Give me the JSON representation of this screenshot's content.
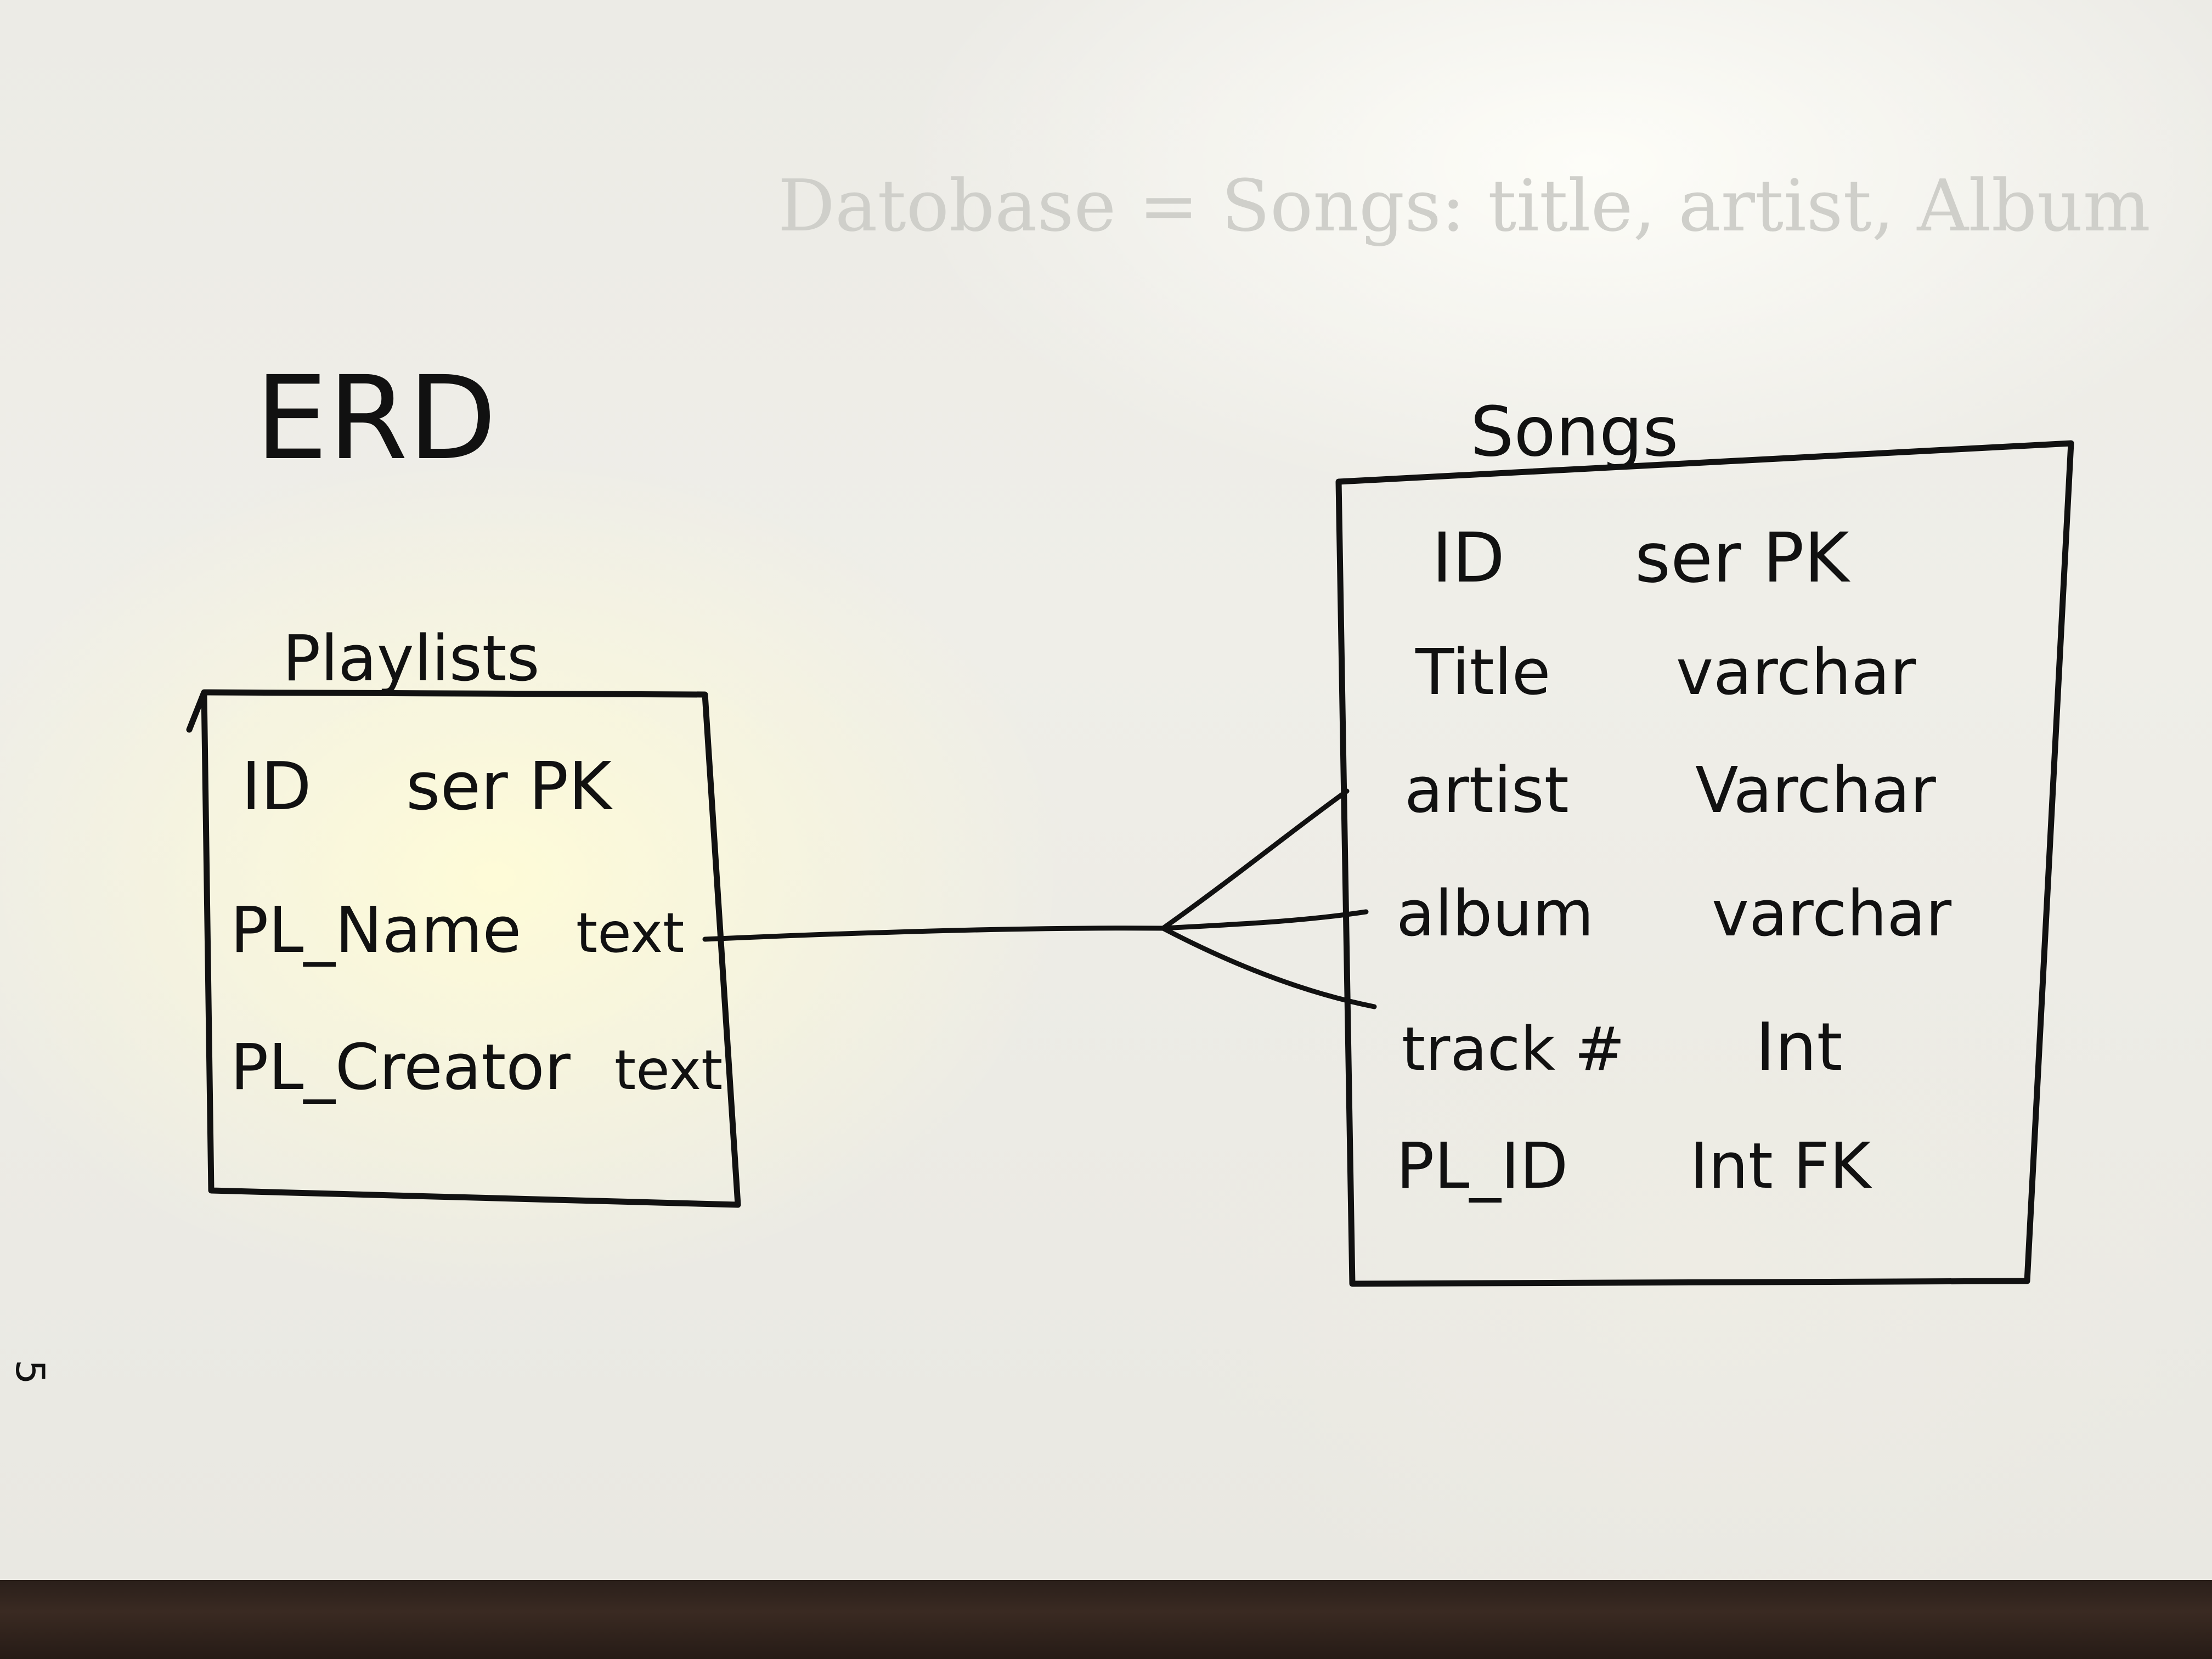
{
  "bleed_through": "Datobase = Songs: title, artist, Album",
  "page_title": "ERD",
  "page_number": "5",
  "entities": {
    "playlists": {
      "name": "Playlists",
      "rows": [
        {
          "field": "ID",
          "type": "ser PK"
        },
        {
          "field": "PL_Name",
          "type": "text"
        },
        {
          "field": "PL_Creator",
          "type": "text"
        }
      ]
    },
    "songs": {
      "name": "Songs",
      "rows": [
        {
          "field": "ID",
          "type": "ser PK"
        },
        {
          "field": "Title",
          "type": "varchar"
        },
        {
          "field": "artist",
          "type": "Varchar"
        },
        {
          "field": "album",
          "type": "varchar"
        },
        {
          "field": "track #",
          "type": "Int"
        },
        {
          "field": "PL_ID",
          "type": "Int FK"
        }
      ]
    }
  },
  "relationship": {
    "from": "Playlists",
    "to": "Songs",
    "notation": "crow's foot",
    "cardinality": "one-to-many"
  },
  "colors": {
    "ink": "#111111",
    "paper": "#eceae4",
    "table": "#2a1f1a"
  }
}
